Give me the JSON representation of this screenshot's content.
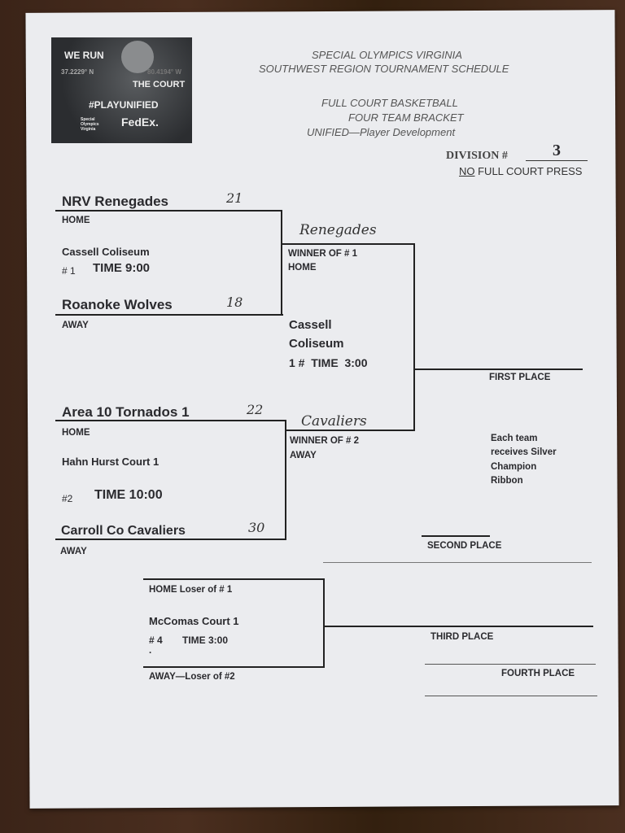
{
  "logo": {
    "line1": "WE RUN",
    "coord_n": "37.2229° N",
    "coord_w": "80.4194° W",
    "line2": "THE COURT",
    "hashtag": "#PLAYUNIFIED",
    "sponsor1": "Special Olympics Virginia",
    "sponsor2": "FedEx."
  },
  "header": {
    "line1": "SPECIAL OLYMPICS VIRGINIA",
    "line2": "SOUTHWEST REGION TOURNAMENT SCHEDULE",
    "line3": "FULL COURT BASKETBALL",
    "line4": "FOUR TEAM BRACKET",
    "line5": "UNIFIED—Player Development",
    "division_label": "DIVISION #",
    "division_value": "3",
    "press_no": "NO",
    "press_rest": " FULL COURT PRESS"
  },
  "game1": {
    "home_team": "NRV Renegades",
    "home_score": "21",
    "home_label": "HOME",
    "venue": "Cassell Coliseum",
    "number": "# 1",
    "time": "TIME 9:00",
    "away_team": "Roanoke Wolves",
    "away_score": "18",
    "away_label": "AWAY"
  },
  "game2": {
    "home_team": "Area 10 Tornados 1",
    "home_score": "22",
    "home_label": "HOME",
    "venue": "Hahn Hurst Court 1",
    "number": "#2",
    "time": "TIME 10:00",
    "away_team": "Carroll Co Cavaliers",
    "away_score": "30",
    "away_label": "AWAY"
  },
  "final": {
    "winner1_written": "Renegades",
    "winner1_label": "WINNER OF # 1",
    "winner1_side": "HOME",
    "venue1": "Cassell",
    "venue2": "Coliseum",
    "time": "1 #  TIME  3:00",
    "winner2_written": "Cavaliers",
    "winner2_label": "WINNER OF # 2",
    "winner2_side": "AWAY"
  },
  "places": {
    "first": "FIRST PLACE",
    "second": "SECOND PLACE",
    "third": "THIRD PLACE",
    "fourth": "FOURTH  PLACE",
    "note1": "Each team",
    "note2": "receives Silver",
    "note3": "Champion",
    "note4": "Ribbon"
  },
  "consolation": {
    "home": "HOME  Loser of # 1",
    "venue": "McComas Court 1",
    "number": "# 4",
    "time": "TIME  3:00",
    "dot": ".",
    "away": "AWAY—Loser of #2"
  }
}
